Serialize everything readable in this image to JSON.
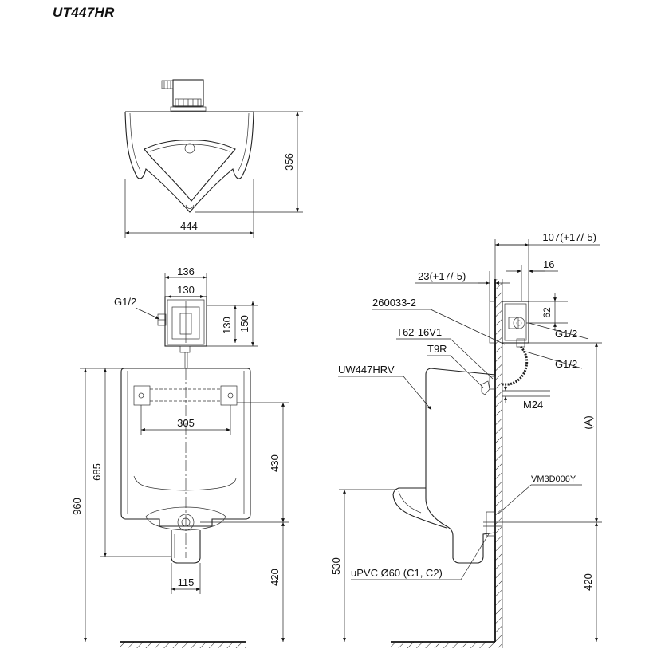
{
  "title": "UT447HR",
  "top_view": {
    "depth": "356",
    "width": "444"
  },
  "front_view": {
    "box_width_outer": "136",
    "box_width_inner": "130",
    "box_height_inner": "130",
    "box_height_outer": "150",
    "inlet": "G1/2",
    "mount_spacing": "305",
    "total_height": "960",
    "body_height": "685",
    "mount_to_outlet": "430",
    "outlet_height": "420",
    "outlet_width": "115"
  },
  "side_view": {
    "offset_total": "107(+17/-5)",
    "wall_offset": "23(+17/-5)",
    "offset_small": "16",
    "valve_height": "62",
    "part_valve": "260033-2",
    "part_pipe": "T62-16V1",
    "part_spud": "T9R",
    "part_urinal": "UW447HRV",
    "inlet_1": "G1/2",
    "inlet_2": "G1/2",
    "thread": "M24",
    "var_height": "(A)",
    "part_outlet": "VM3D006Y",
    "drain_pipe": "uPVC Ø60 (C1, C2)",
    "rim_height": "530",
    "outlet_height": "420"
  }
}
